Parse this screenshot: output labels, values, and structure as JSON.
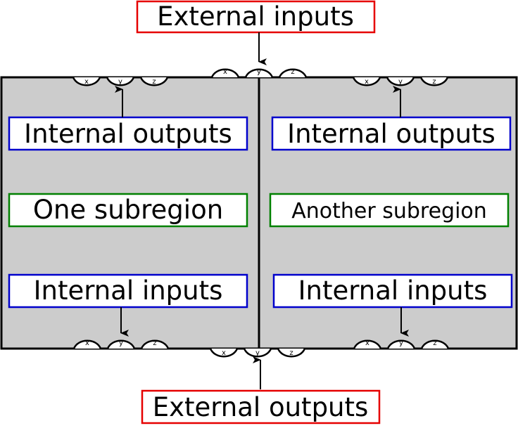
{
  "external": {
    "inputs_label": "External inputs",
    "outputs_label": "External outputs",
    "ports": [
      "x",
      "y",
      "z"
    ]
  },
  "left_region": {
    "top_label": "Internal outputs",
    "middle_label": "One subregion",
    "bottom_label": "Internal inputs",
    "top_ports": [
      "x",
      "y",
      "z"
    ],
    "bottom_ports": [
      "x",
      "y",
      "z"
    ]
  },
  "right_region": {
    "top_label": "Internal outputs",
    "middle_label": "Another subregion",
    "bottom_label": "Internal inputs",
    "top_ports": [
      "x",
      "y",
      "z"
    ],
    "bottom_ports": [
      "x",
      "y",
      "z"
    ]
  },
  "colors": {
    "region_fill": "#cccccc",
    "external_box": "#e60000",
    "internal_box": "#0000cc",
    "subregion_box": "#008000",
    "stroke": "#000000"
  }
}
